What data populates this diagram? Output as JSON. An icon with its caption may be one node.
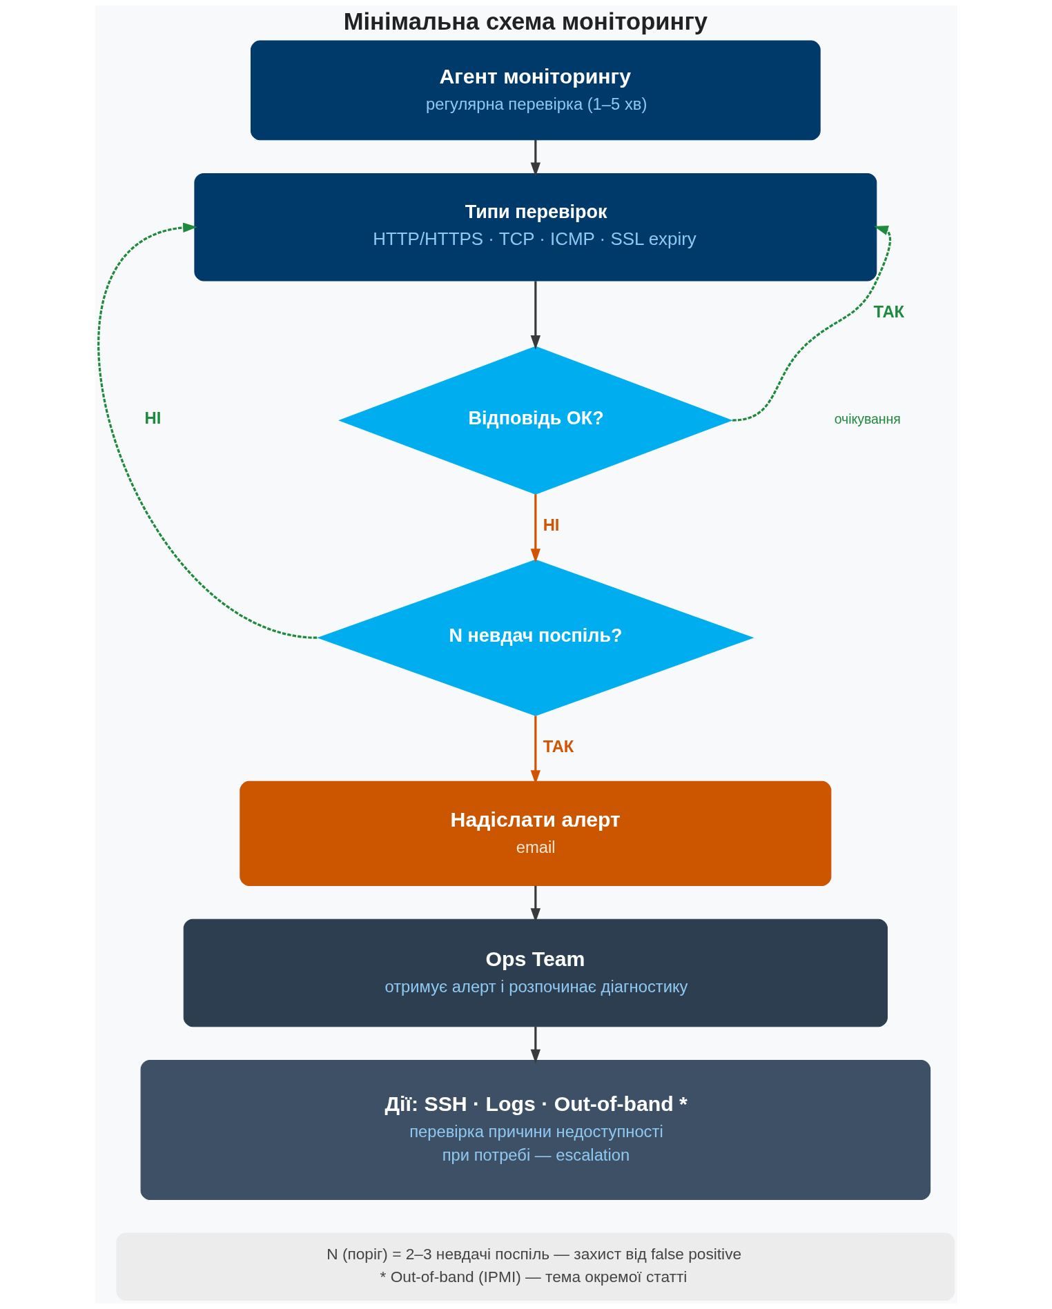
{
  "diagram": {
    "title": "Мінімальна схема моніторингу",
    "nodes": [
      {
        "text": [
          "Агент моніторингу",
          "регулярна перевірка (1–5 хв)"
        ]
      },
      {
        "text": [
          "Типи перевірок",
          "HTTP/HTTPS · TCP · ICMP · SSL expiry"
        ]
      },
      {
        "text": [
          "Відповідь ОК?"
        ]
      },
      {
        "text": [
          "N невдач поспіль?"
        ]
      },
      {
        "text": [
          "Надіслати алерт",
          "email"
        ]
      },
      {
        "text": [
          "Ops Team",
          "отримує алерт і розпочинає діагностику"
        ]
      },
      {
        "text": [
          "Дії: SSH · Logs · Out-of-band *",
          "перевірка причини недоступності",
          "при потребі — escalation"
        ]
      },
      {
        "text": [
          "N (поріг) = 2–3 невдачі поспіль — захист від false positive",
          "* Out-of-band (IPMI) — тема окремої статті"
        ]
      }
    ],
    "edges": [
      {
        "from": 0,
        "to": 1,
        "arrow": "to"
      },
      {
        "from": 1,
        "to": 2,
        "arrow": "to"
      },
      {
        "from": 2,
        "to": 1,
        "arrow": "to",
        "label": "ТАК",
        "style": "dashed",
        "color": "#1e8a3c"
      },
      {
        "from": 2,
        "to": 3,
        "arrow": "to",
        "label": "НІ",
        "color": "#d35400"
      },
      {
        "from": 3,
        "to": 1,
        "arrow": "to",
        "label": "НІ",
        "style": "dashed",
        "color": "#1e8a3c"
      },
      {
        "from": 3,
        "to": 4,
        "arrow": "to",
        "label": "ТАК",
        "color": "#d35400"
      },
      {
        "from": 4,
        "to": 5,
        "arrow": "to"
      },
      {
        "from": 5,
        "to": 6,
        "arrow": "to"
      }
    ],
    "labels": [
      "очікування"
    ]
  }
}
